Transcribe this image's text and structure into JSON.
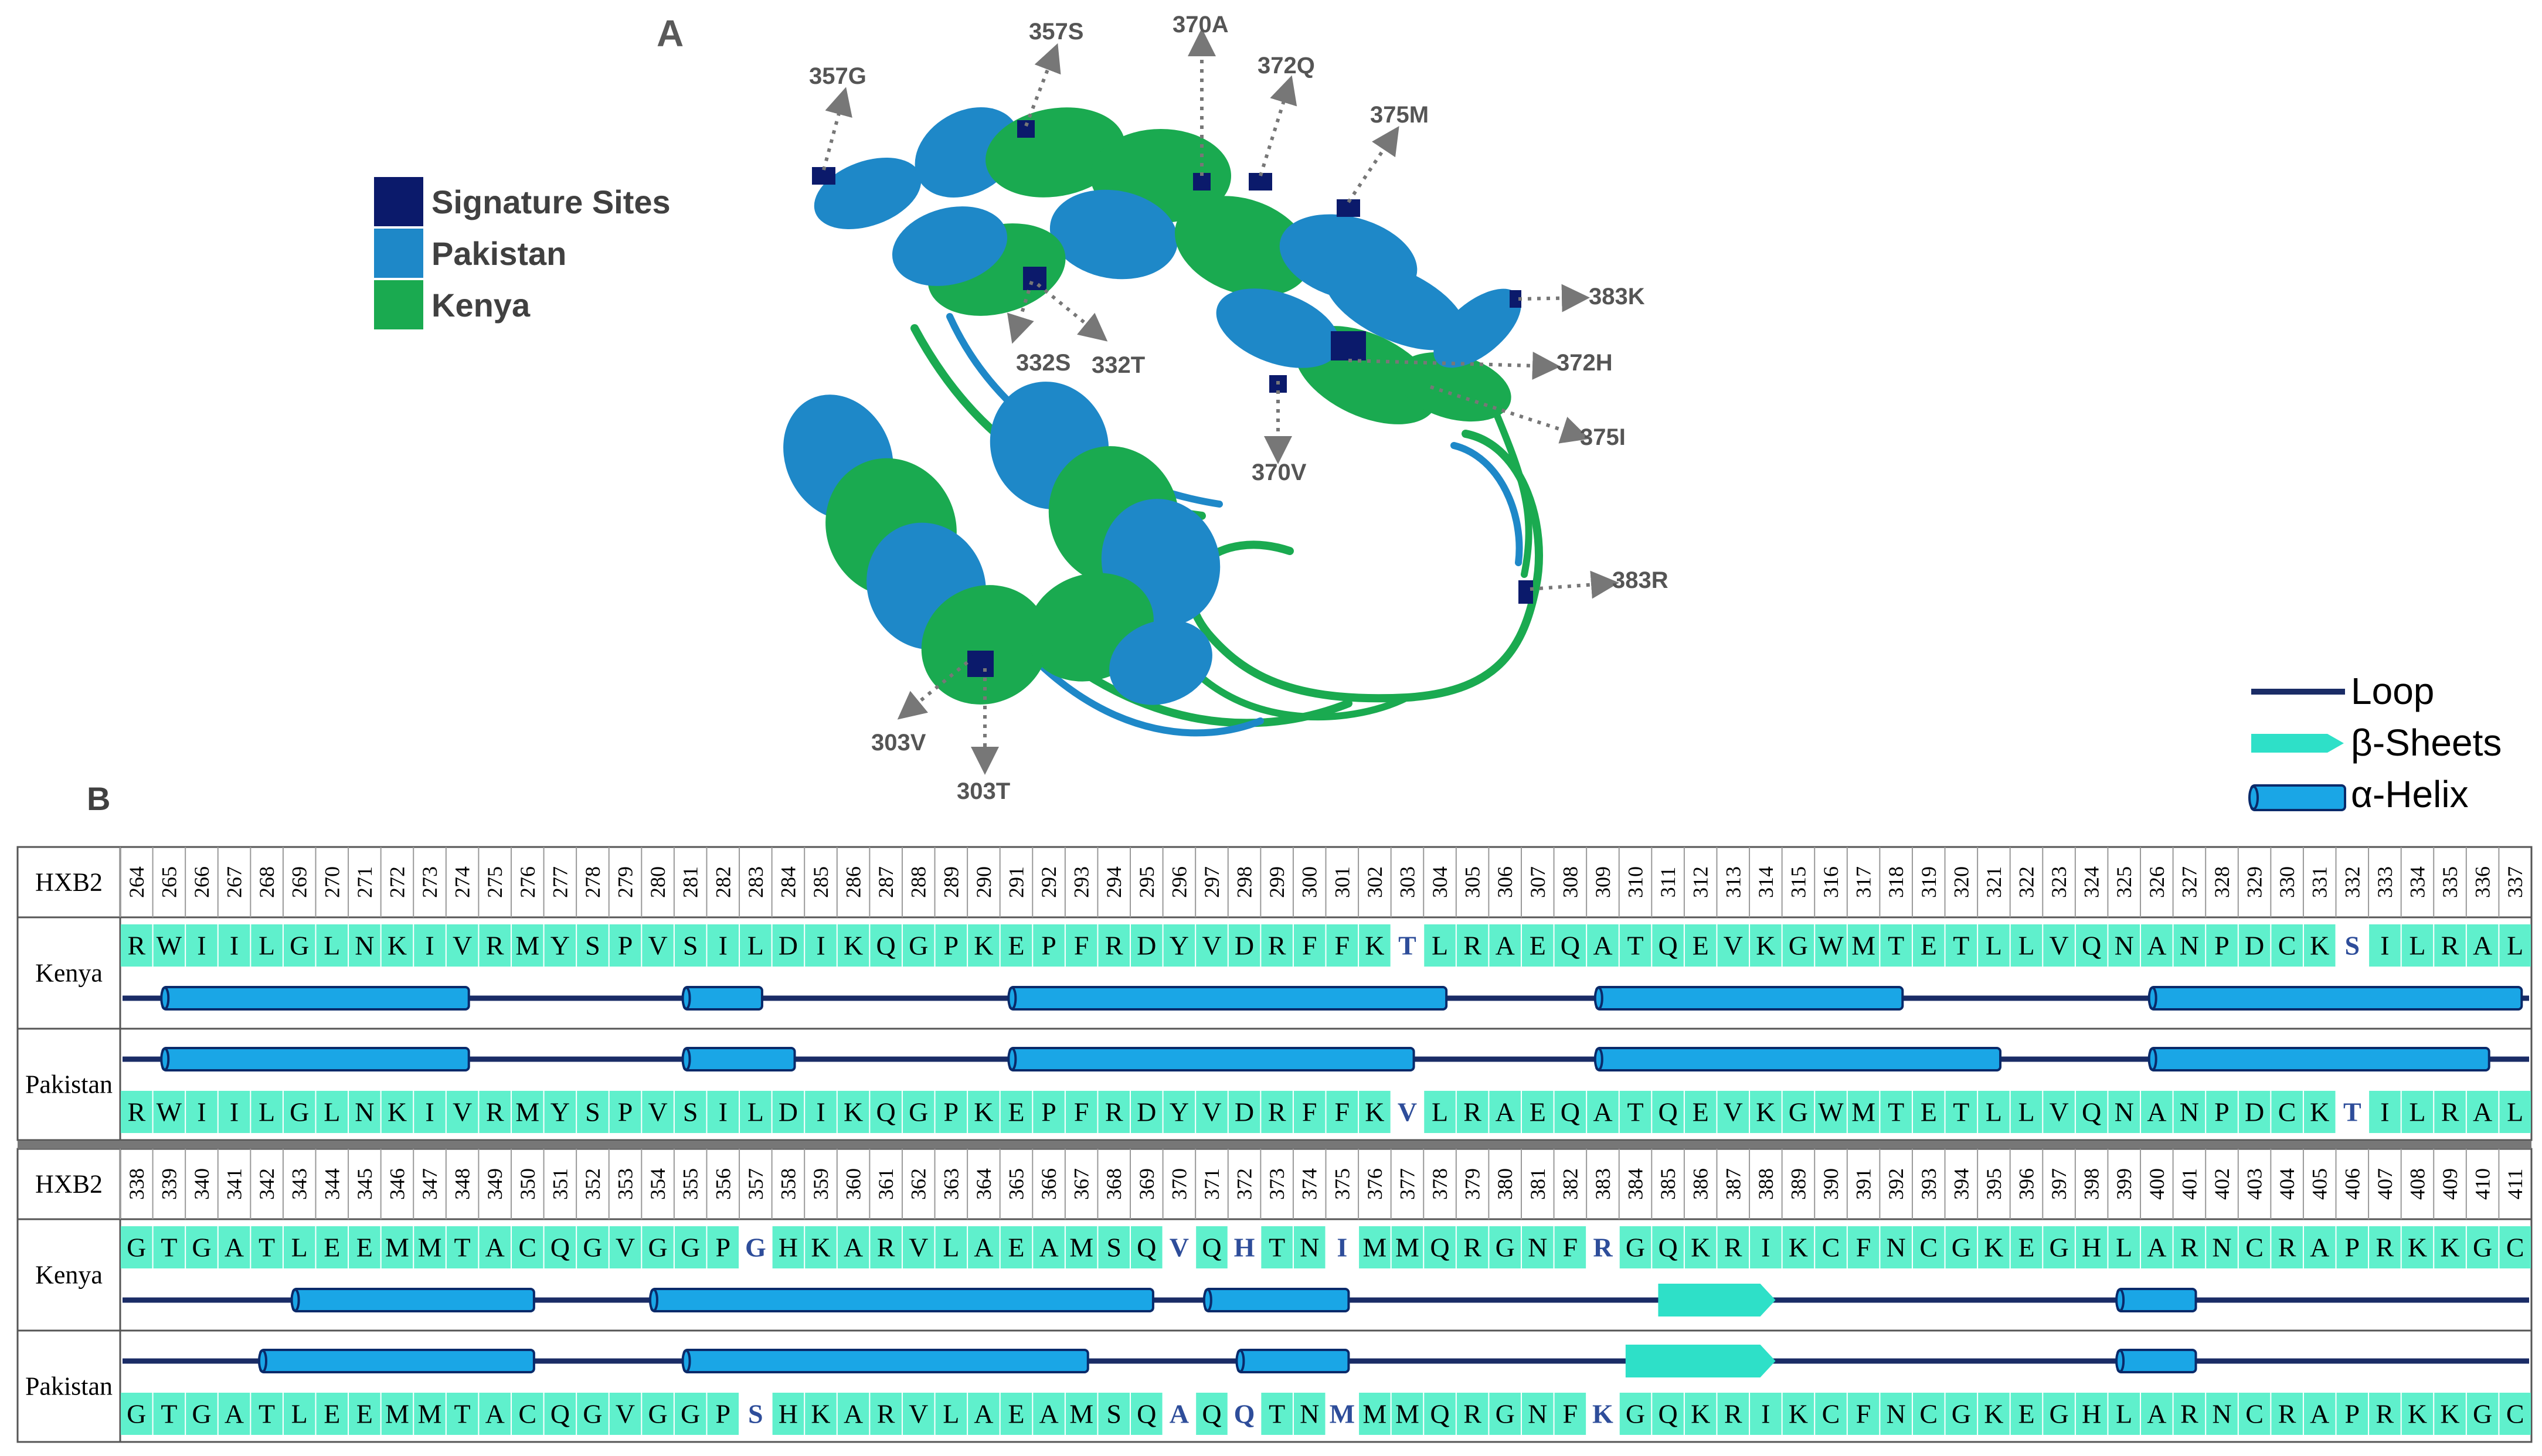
{
  "panel_a": {
    "label": "A",
    "legend": [
      {
        "label": "Signature Sites",
        "color": "#0b1a6b"
      },
      {
        "label": "Pakistan",
        "color": "#1e88c8"
      },
      {
        "label": "Kenya",
        "color": "#1aaa50"
      }
    ],
    "callouts": [
      "357G",
      "357S",
      "370A",
      "372Q",
      "375M",
      "383K",
      "372H",
      "375I",
      "383R",
      "332S",
      "332T",
      "370V",
      "303V",
      "303T"
    ]
  },
  "panel_b": {
    "label": "B",
    "legend": [
      {
        "label": "Loop",
        "icon": "loop-line-icon"
      },
      {
        "label": "β-Sheets",
        "icon": "beta-sheet-arrow-icon"
      },
      {
        "label": "α-Helix",
        "icon": "alpha-helix-cylinder-icon"
      }
    ],
    "colors": {
      "aa_background": "#5ff0cc",
      "highlight_text": "#2e4d9a",
      "loop": "#1a2c66",
      "helix_fill": "#1aa6e6",
      "helix_edge": "#0a2a6a",
      "sheet": "#2ee0c8",
      "divider": "#777777"
    },
    "blocks": [
      {
        "row_labels": {
          "ref": "HXB2",
          "top": "Kenya",
          "bottom": "Pakistan"
        },
        "positions": [
          264,
          265,
          266,
          267,
          268,
          269,
          270,
          271,
          272,
          273,
          274,
          275,
          276,
          277,
          278,
          279,
          280,
          281,
          282,
          283,
          284,
          285,
          286,
          287,
          288,
          289,
          290,
          291,
          292,
          293,
          294,
          295,
          296,
          297,
          298,
          299,
          300,
          301,
          302,
          303,
          304,
          305,
          306,
          307,
          308,
          309,
          310,
          311,
          312,
          313,
          314,
          315,
          316,
          317,
          318,
          319,
          320,
          321,
          322,
          323,
          324,
          325,
          326,
          327,
          328,
          329,
          330,
          331,
          332,
          333,
          334,
          335,
          336,
          337
        ],
        "kenya_seq": "RWIILGLNKIVRMYSPVSILDIKQGPKEPFRDYVDRFFKTLRAEQATQEVKGWMTETLLVQNANPDCKSILRAL",
        "pakistan_seq": "RWIILGLNKIVRMYSPVSILDIKQGPKEPFRDYVDRFFKVLRAEQATQEVKGWMTETLLVQNANPDCKTILRAL",
        "highlights": [
          39,
          68
        ],
        "kenya_helices": [
          [
            1,
            10
          ],
          [
            17,
            19
          ],
          [
            27,
            40
          ],
          [
            45,
            54
          ],
          [
            62,
            73
          ]
        ],
        "kenya_sheets": [],
        "pakistan_helices": [
          [
            1,
            10
          ],
          [
            17,
            20
          ],
          [
            27,
            39
          ],
          [
            45,
            57
          ],
          [
            62,
            72
          ]
        ],
        "pakistan_sheets": []
      },
      {
        "row_labels": {
          "ref": "HXB2",
          "top": "Kenya",
          "bottom": "Pakistan"
        },
        "positions": [
          338,
          339,
          340,
          341,
          342,
          343,
          344,
          345,
          346,
          347,
          348,
          349,
          350,
          351,
          352,
          353,
          354,
          355,
          356,
          357,
          358,
          359,
          360,
          361,
          362,
          363,
          364,
          365,
          366,
          367,
          368,
          369,
          370,
          371,
          372,
          373,
          374,
          375,
          376,
          377,
          378,
          379,
          380,
          381,
          382,
          383,
          384,
          385,
          386,
          387,
          388,
          389,
          390,
          391,
          392,
          393,
          394,
          395,
          396,
          397,
          398,
          399,
          400,
          401,
          402,
          403,
          404,
          405,
          406,
          407,
          408,
          409,
          410,
          411
        ],
        "kenya_seq": "GTGATLEEMMTACQGVGGPGHKARVLAEAMSQVQHTNIMMQRGNFRGQKRIKCFNCGKEGHLARNCRAPRKKGC",
        "pakistan_seq": "GTGATLEEMMTACQGVGGPSHKARVLAEAMSQAQQTNMMMQRGNFKGQKRIKCFNCGKEGHLARNCRAPRKKGC",
        "highlights": [
          19,
          32,
          34,
          37,
          45
        ],
        "kenya_helices": [
          [
            5,
            12
          ],
          [
            16,
            31
          ],
          [
            33,
            37
          ],
          [
            61,
            63
          ]
        ],
        "kenya_sheets": [
          [
            47,
            50
          ]
        ],
        "pakistan_helices": [
          [
            4,
            12
          ],
          [
            17,
            29
          ],
          [
            34,
            37
          ],
          [
            61,
            63
          ]
        ],
        "pakistan_sheets": [
          [
            46,
            50
          ]
        ]
      }
    ]
  }
}
